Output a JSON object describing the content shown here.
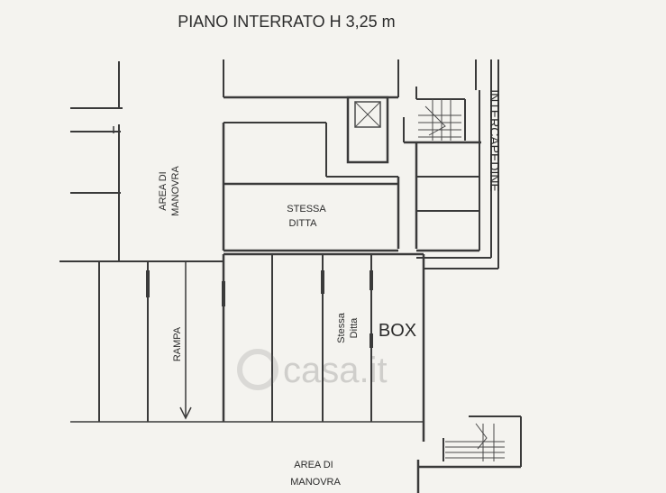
{
  "title": "PIANO INTERRATO H 3,25 m",
  "labels": {
    "area_manovra_top_line1": "AREA DI",
    "area_manovra_top_line2": "MANOVRA",
    "stessa_ditta_room_line1": "STESSA",
    "stessa_ditta_room_line2": "DITTA",
    "rampa": "RAMPA",
    "stessa_ditta_vertical_line1": "Stessa",
    "stessa_ditta_vertical_line2": "Ditta",
    "box": "BOX",
    "intercapedine": "INTERCAPEDINE",
    "area_manovra_bottom_line1": "AREA DI",
    "area_manovra_bottom_line2": "MANOVRA"
  },
  "watermark": "casa.it"
}
